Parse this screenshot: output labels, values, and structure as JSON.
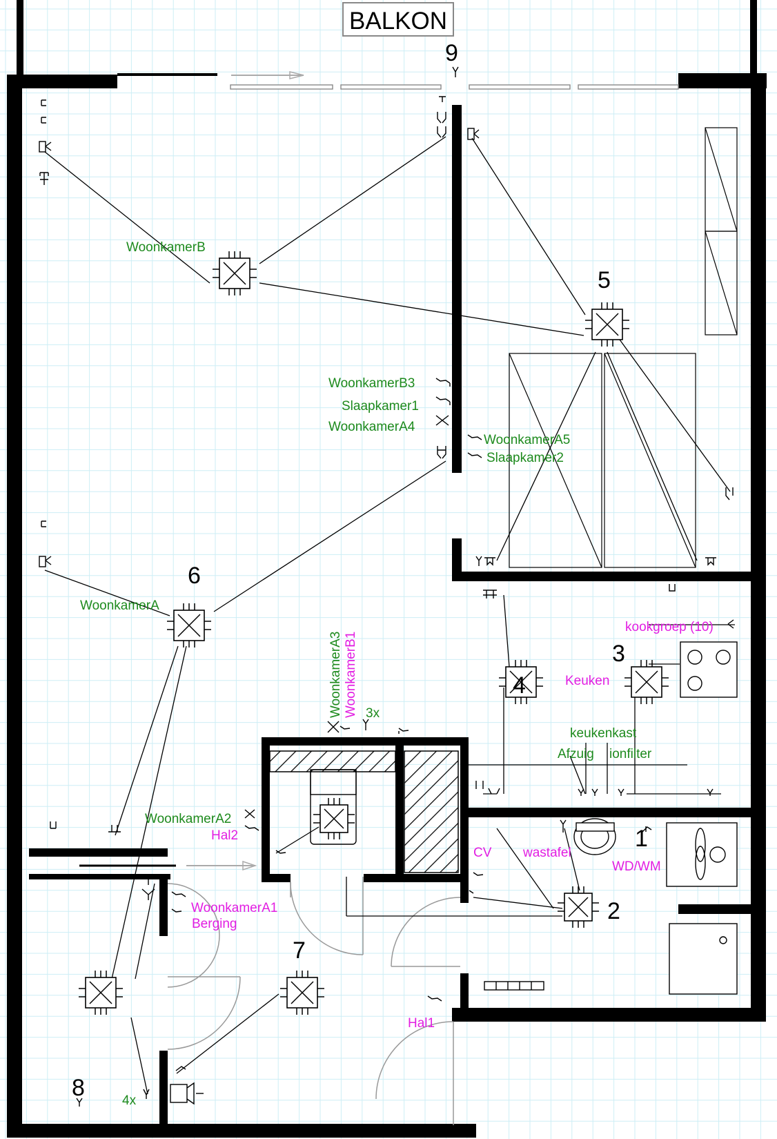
{
  "title": "BALKON",
  "circuit_numbers": {
    "n1": "1",
    "n2": "2",
    "n3": "3",
    "n4": "4",
    "n5": "5",
    "n6": "6",
    "n7": "7",
    "n8": "8",
    "n9": "9"
  },
  "labels": {
    "woonkamerB": "WoonkamerB",
    "woonkamerB3": "WoonkamerB3",
    "slaapkamer1": "Slaapkamer1",
    "woonkamerA4": "WoonkamerA4",
    "woonkamerA5": "WoonkamerA5",
    "slaapkamer2": "Slaapkamer2",
    "woonkamerA": "WoonkamerA",
    "woonkamerA3": "WoonkamerA3",
    "woonkamerB1": "WoonkamerB1",
    "count_3x": "3x",
    "kookgroep": "kookgroep (10)",
    "keuken": "Keuken",
    "keukenkast": "keukenkast",
    "afzuig": "Afzuig",
    "ionfilter": "ionfilter",
    "woonkamerA2": "WoonkamerA2",
    "hal2": "Hal2",
    "cv": "CV",
    "wastafel": "wastafel",
    "wdwm": "WD/WM",
    "woonkamerA1": "WoonkamerA1",
    "berging": "Berging",
    "hal1": "Hal1",
    "count_4x": "4x"
  },
  "colors": {
    "grid": "#cdeef6",
    "wall": "#000000",
    "label_green": "#1d8a1d",
    "label_magenta": "#e21ee2"
  }
}
